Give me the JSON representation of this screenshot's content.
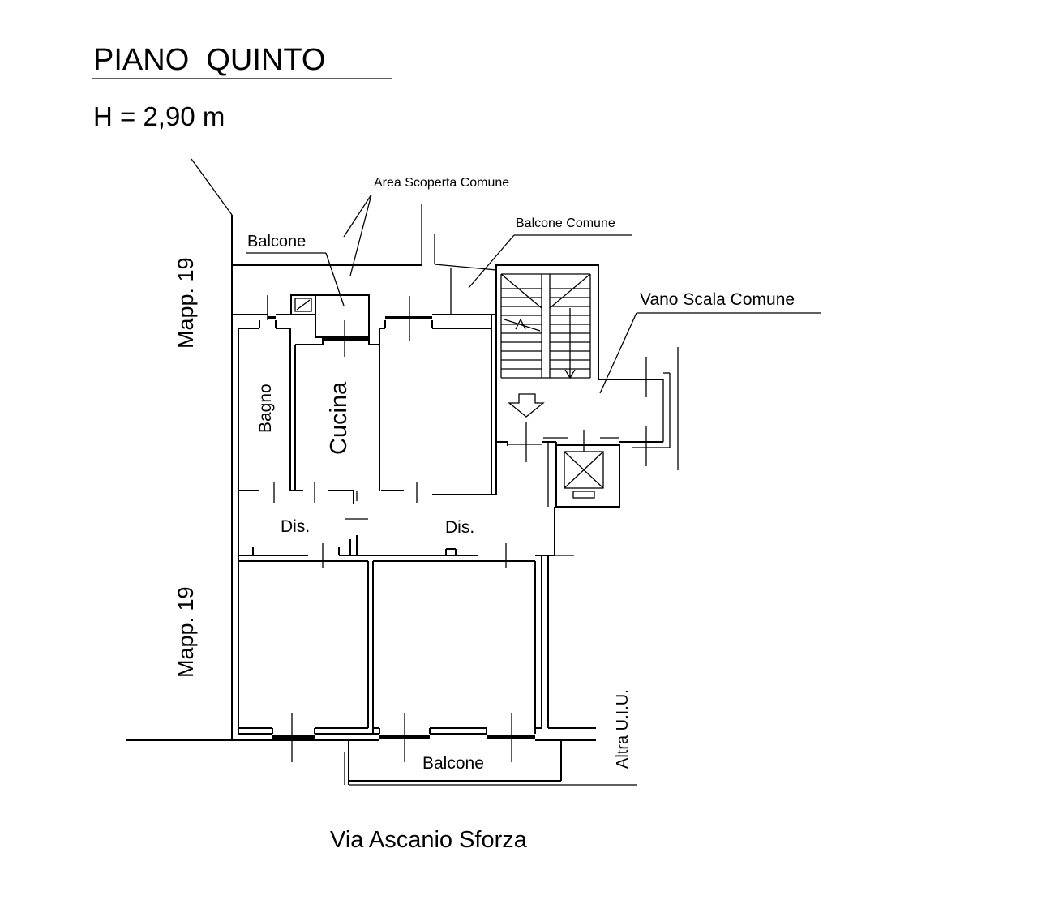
{
  "header": {
    "title": "PIANO  QUINTO",
    "height_label": "H = 2,90 m"
  },
  "labels": {
    "area_scoperta": "Area Scoperta Comune",
    "balcone_comune": "Balcone Comune",
    "balcone_top": "Balcone",
    "vano_scala": "Vano Scala Comune",
    "mapp_upper": "Mapp. 19",
    "mapp_lower": "Mapp. 19",
    "bagno": "Bagno",
    "cucina": "Cucina",
    "dis_left": "Dis.",
    "dis_right": "Dis.",
    "altra_uiu": "Altra U.I.U.",
    "balcone_bottom": "Balcone",
    "street": "Via Ascanio Sforza"
  }
}
